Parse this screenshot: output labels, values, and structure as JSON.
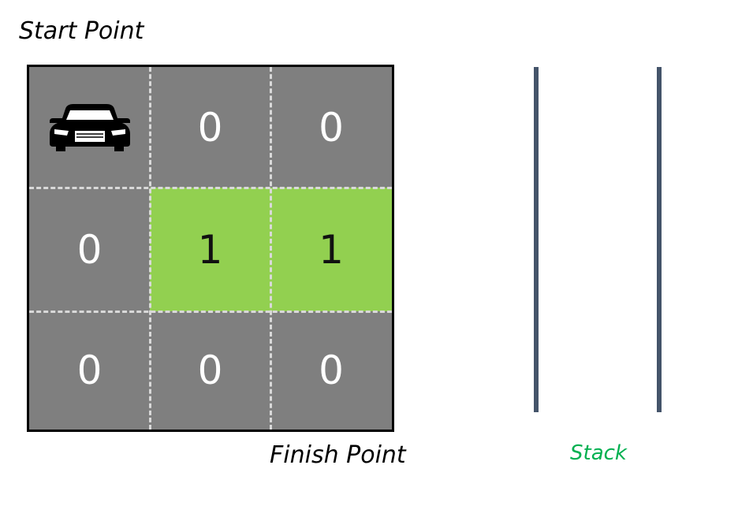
{
  "labels": {
    "start": "Start Point",
    "finish": "Finish Point",
    "stack": "Stack"
  },
  "grid": {
    "rows": [
      [
        "",
        "0",
        "0"
      ],
      [
        "0",
        "1",
        "1"
      ],
      [
        "0",
        "0",
        "0"
      ]
    ],
    "start_icon": "car-icon"
  },
  "colors": {
    "cell": "#7f7f7f",
    "path_cell": "#92d050",
    "dashes": "#d9d9d9",
    "stack_wall": "#44546a",
    "stack_label": "#00b050"
  }
}
